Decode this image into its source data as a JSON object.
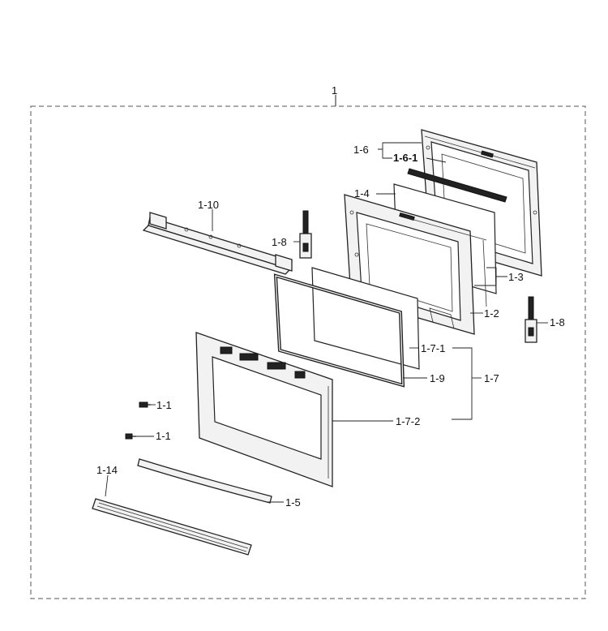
{
  "diagram": {
    "assembly_label": "1",
    "labels": {
      "l_1_6": "1-6",
      "l_1_6_1": "1-6-1",
      "l_1_4": "1-4",
      "l_1_10": "1-10",
      "l_1_8_left": "1-8",
      "l_1_3": "1-3",
      "l_1_2": "1-2",
      "l_1_8_right": "1-8",
      "l_1_7_1": "1-7-1",
      "l_1_9": "1-9",
      "l_1_7": "1-7",
      "l_1_1_a": "1-1",
      "l_1_1_b": "1-1",
      "l_1_7_2": "1-7-2",
      "l_1_14": "1-14",
      "l_1_5": "1-5"
    }
  }
}
